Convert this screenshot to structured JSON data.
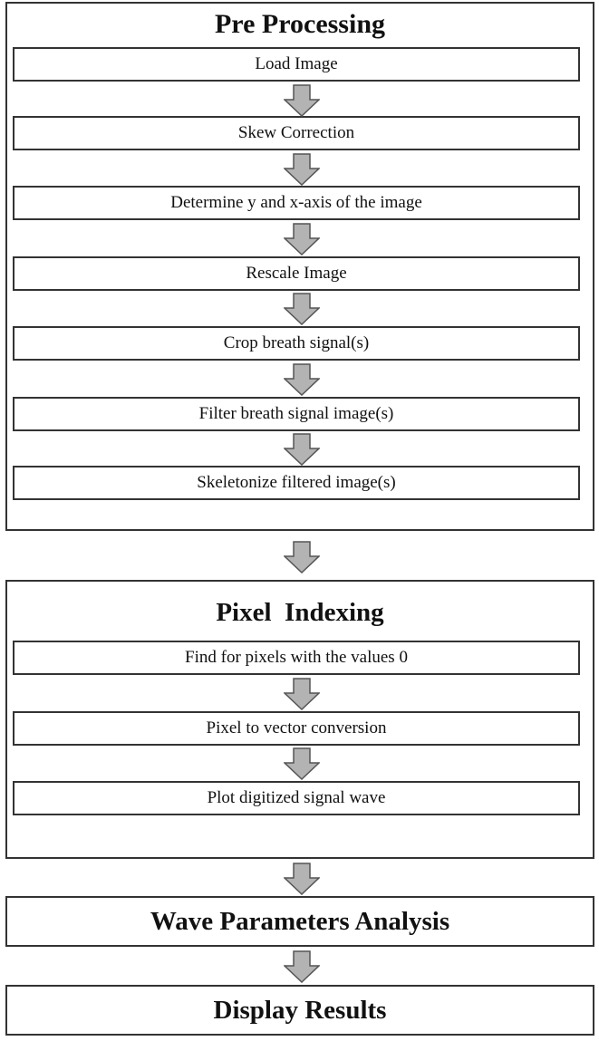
{
  "pre_processing": {
    "title": "Pre Processing",
    "steps": [
      "Load Image",
      "Skew Correction",
      "Determine y and x-axis of the image",
      "Rescale Image",
      "Crop breath signal(s)",
      "Filter breath signal image(s)",
      "Skeletonize filtered image(s)"
    ]
  },
  "pixel_indexing": {
    "title": "Pixel  Indexing",
    "steps": [
      "Find for pixels with the values 0",
      "Pixel to vector conversion",
      "Plot digitized signal wave"
    ]
  },
  "wave_parameters": {
    "title": "Wave Parameters Analysis"
  },
  "display_results": {
    "title": "Display Results"
  },
  "colors": {
    "arrow_fill": "#b3b3b3",
    "arrow_stroke": "#555555",
    "border": "#333333"
  }
}
